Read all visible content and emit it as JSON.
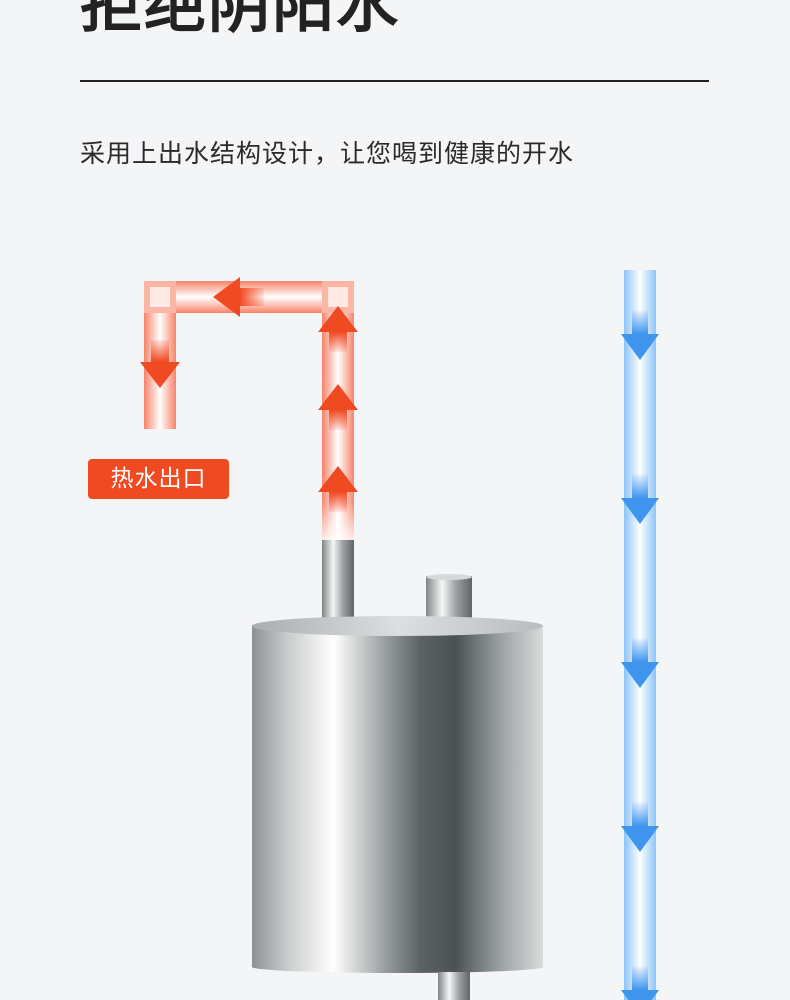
{
  "header": {
    "title": "拒绝阴阳水"
  },
  "main": {
    "subtitle": "采用上出水结构设计，让您喝到健康的开水",
    "hot_outlet_label": "热水出口"
  },
  "icons": {
    "hot_flow": "hot-water-flow-icon",
    "cold_flow": "cold-water-flow-icon",
    "tank": "water-tank-icon"
  },
  "colors": {
    "hot": "#f04a23",
    "cold": "#4a9cf0",
    "text": "#222222"
  }
}
